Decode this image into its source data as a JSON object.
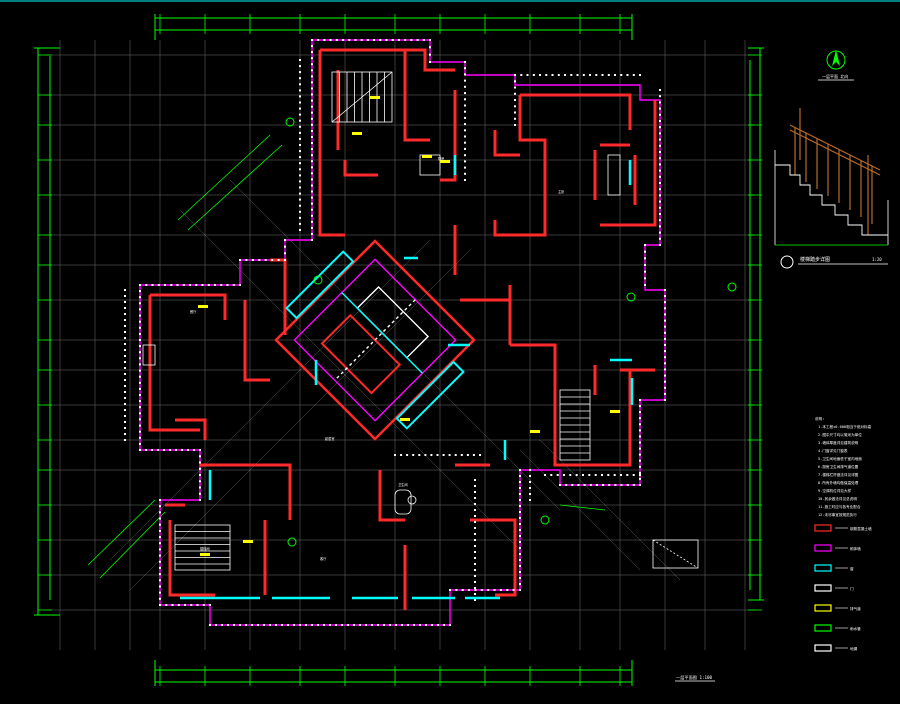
{
  "drawing": {
    "background": "#000000",
    "colors": {
      "dimension": "#00ff00",
      "grid": "#d8d8d8",
      "wall": "#ff2a2a",
      "window": "#00ffff",
      "outline": "#ff00ff",
      "annotation": "#ffffff",
      "fixture": "#ffff00",
      "stair": "#b46a28",
      "frame": "#00ffff"
    },
    "plan_title": "一层平面图 1:100",
    "stair_detail_caption": "楼梯踏步详图",
    "stair_detail_scale": "1:20",
    "north_arrow_label": "一层平面 北向",
    "room_labels": [
      "主卧",
      "起居室",
      "餐厅",
      "厨房",
      "卫生间",
      "楼梯间",
      "客厅"
    ],
    "notes_heading": "说明:",
    "notes": [
      "1.本工程±0.000相当于绝对标高",
      "2.图中尺寸均以毫米为单位",
      "3.墙体厚度详见建筑说明",
      "4.门窗详见门窗表",
      "5.卫生间地面低于室内地面",
      "6.厨房卫生间排气道位置",
      "7.楼梯栏杆做法详见详图",
      "8.所有外墙均做保温处理",
      "9.空调机位详见大样",
      "10.其余做法详见总说明",
      "11.施工时应与各专业配合",
      "12.未尽事宜按规范执行"
    ],
    "legend": [
      {
        "label": "钢筋混凝土墙",
        "color": "#ff2a2a",
        "icon": "wall-swatch-icon"
      },
      {
        "label": "砌体墙",
        "color": "#ff00ff",
        "icon": "masonry-swatch-icon"
      },
      {
        "label": "窗",
        "color": "#00ffff",
        "icon": "window-swatch-icon"
      },
      {
        "label": "门",
        "color": "#ffffff",
        "icon": "door-swatch-icon"
      },
      {
        "label": "排气道",
        "color": "#ffff00",
        "icon": "flue-swatch-icon"
      },
      {
        "label": "雨水管",
        "color": "#00ff00",
        "icon": "pipe-swatch-icon"
      },
      {
        "label": "地漏",
        "color": "#ffffff",
        "icon": "drain-swatch-icon"
      }
    ]
  }
}
